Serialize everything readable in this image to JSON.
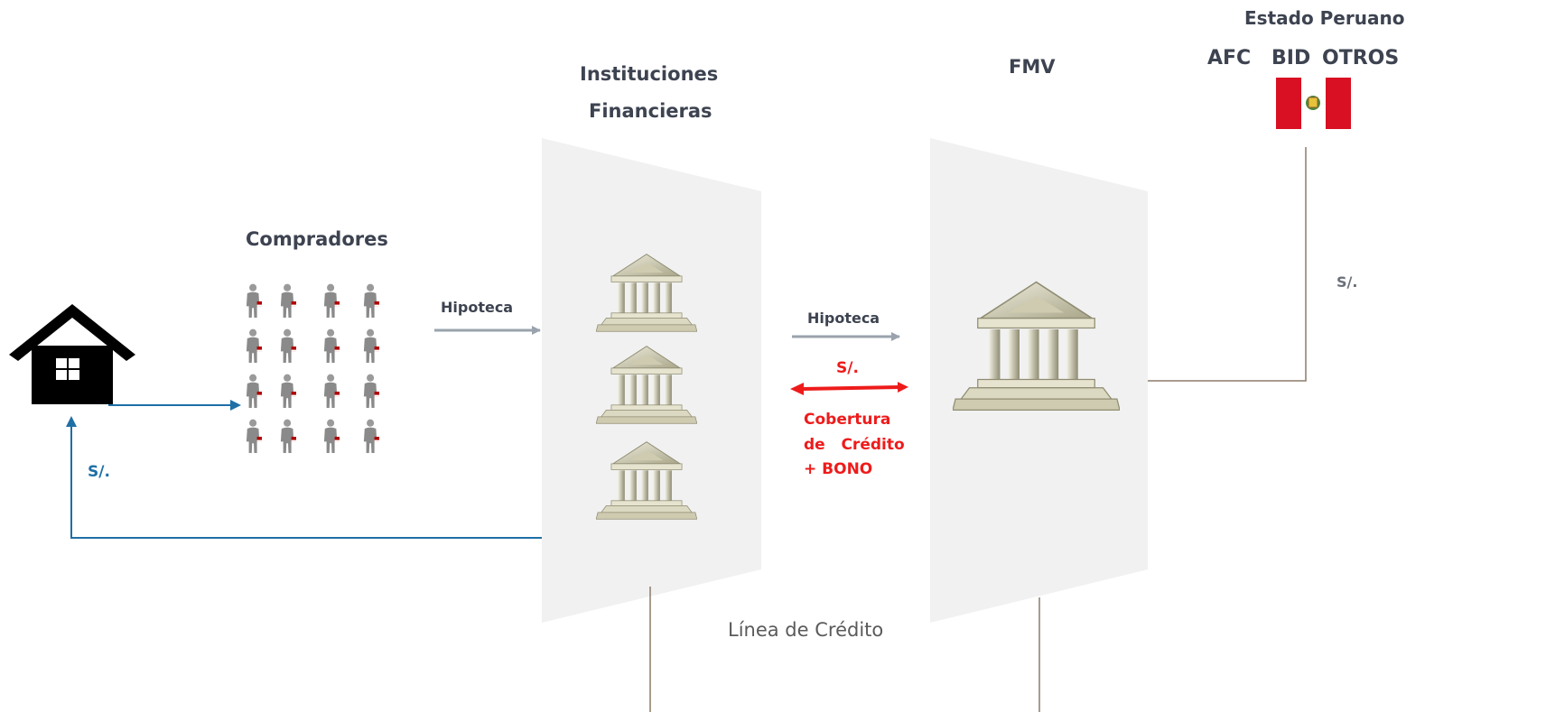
{
  "labels": {
    "estado_peruano": "Estado Peruano",
    "afc": "AFC",
    "bid": "BID",
    "otros": "OTROS",
    "instituciones_line1": "Instituciones",
    "instituciones_line2": "Financieras",
    "fmv": "FMV",
    "compradores": "Compradores",
    "hipoteca_left": "Hipoteca",
    "hipoteca_right": "Hipoteca",
    "soles_red": "S/.",
    "cobertura_line1": "Cobertura",
    "cobertura_line2": "de   Crédito",
    "cobertura_line3": "+ BONO",
    "soles_blue": "S/.",
    "soles_gray": "S/.",
    "linea_credito": "Línea de Crédito"
  },
  "colors": {
    "panel": "#f1f1f1",
    "arrow_gray": "#9aa3ad",
    "arrow_red": "#ee1b1b",
    "arrow_blue": "#1f6fa6",
    "line_brown": "#8c7b6b",
    "flag_red": "#d91023",
    "person": "#8a8a8a",
    "building": "#d9d6bf"
  },
  "icons": [
    "house-icon",
    "people-group-icon",
    "bank-building-icon",
    "peru-flag-icon"
  ]
}
